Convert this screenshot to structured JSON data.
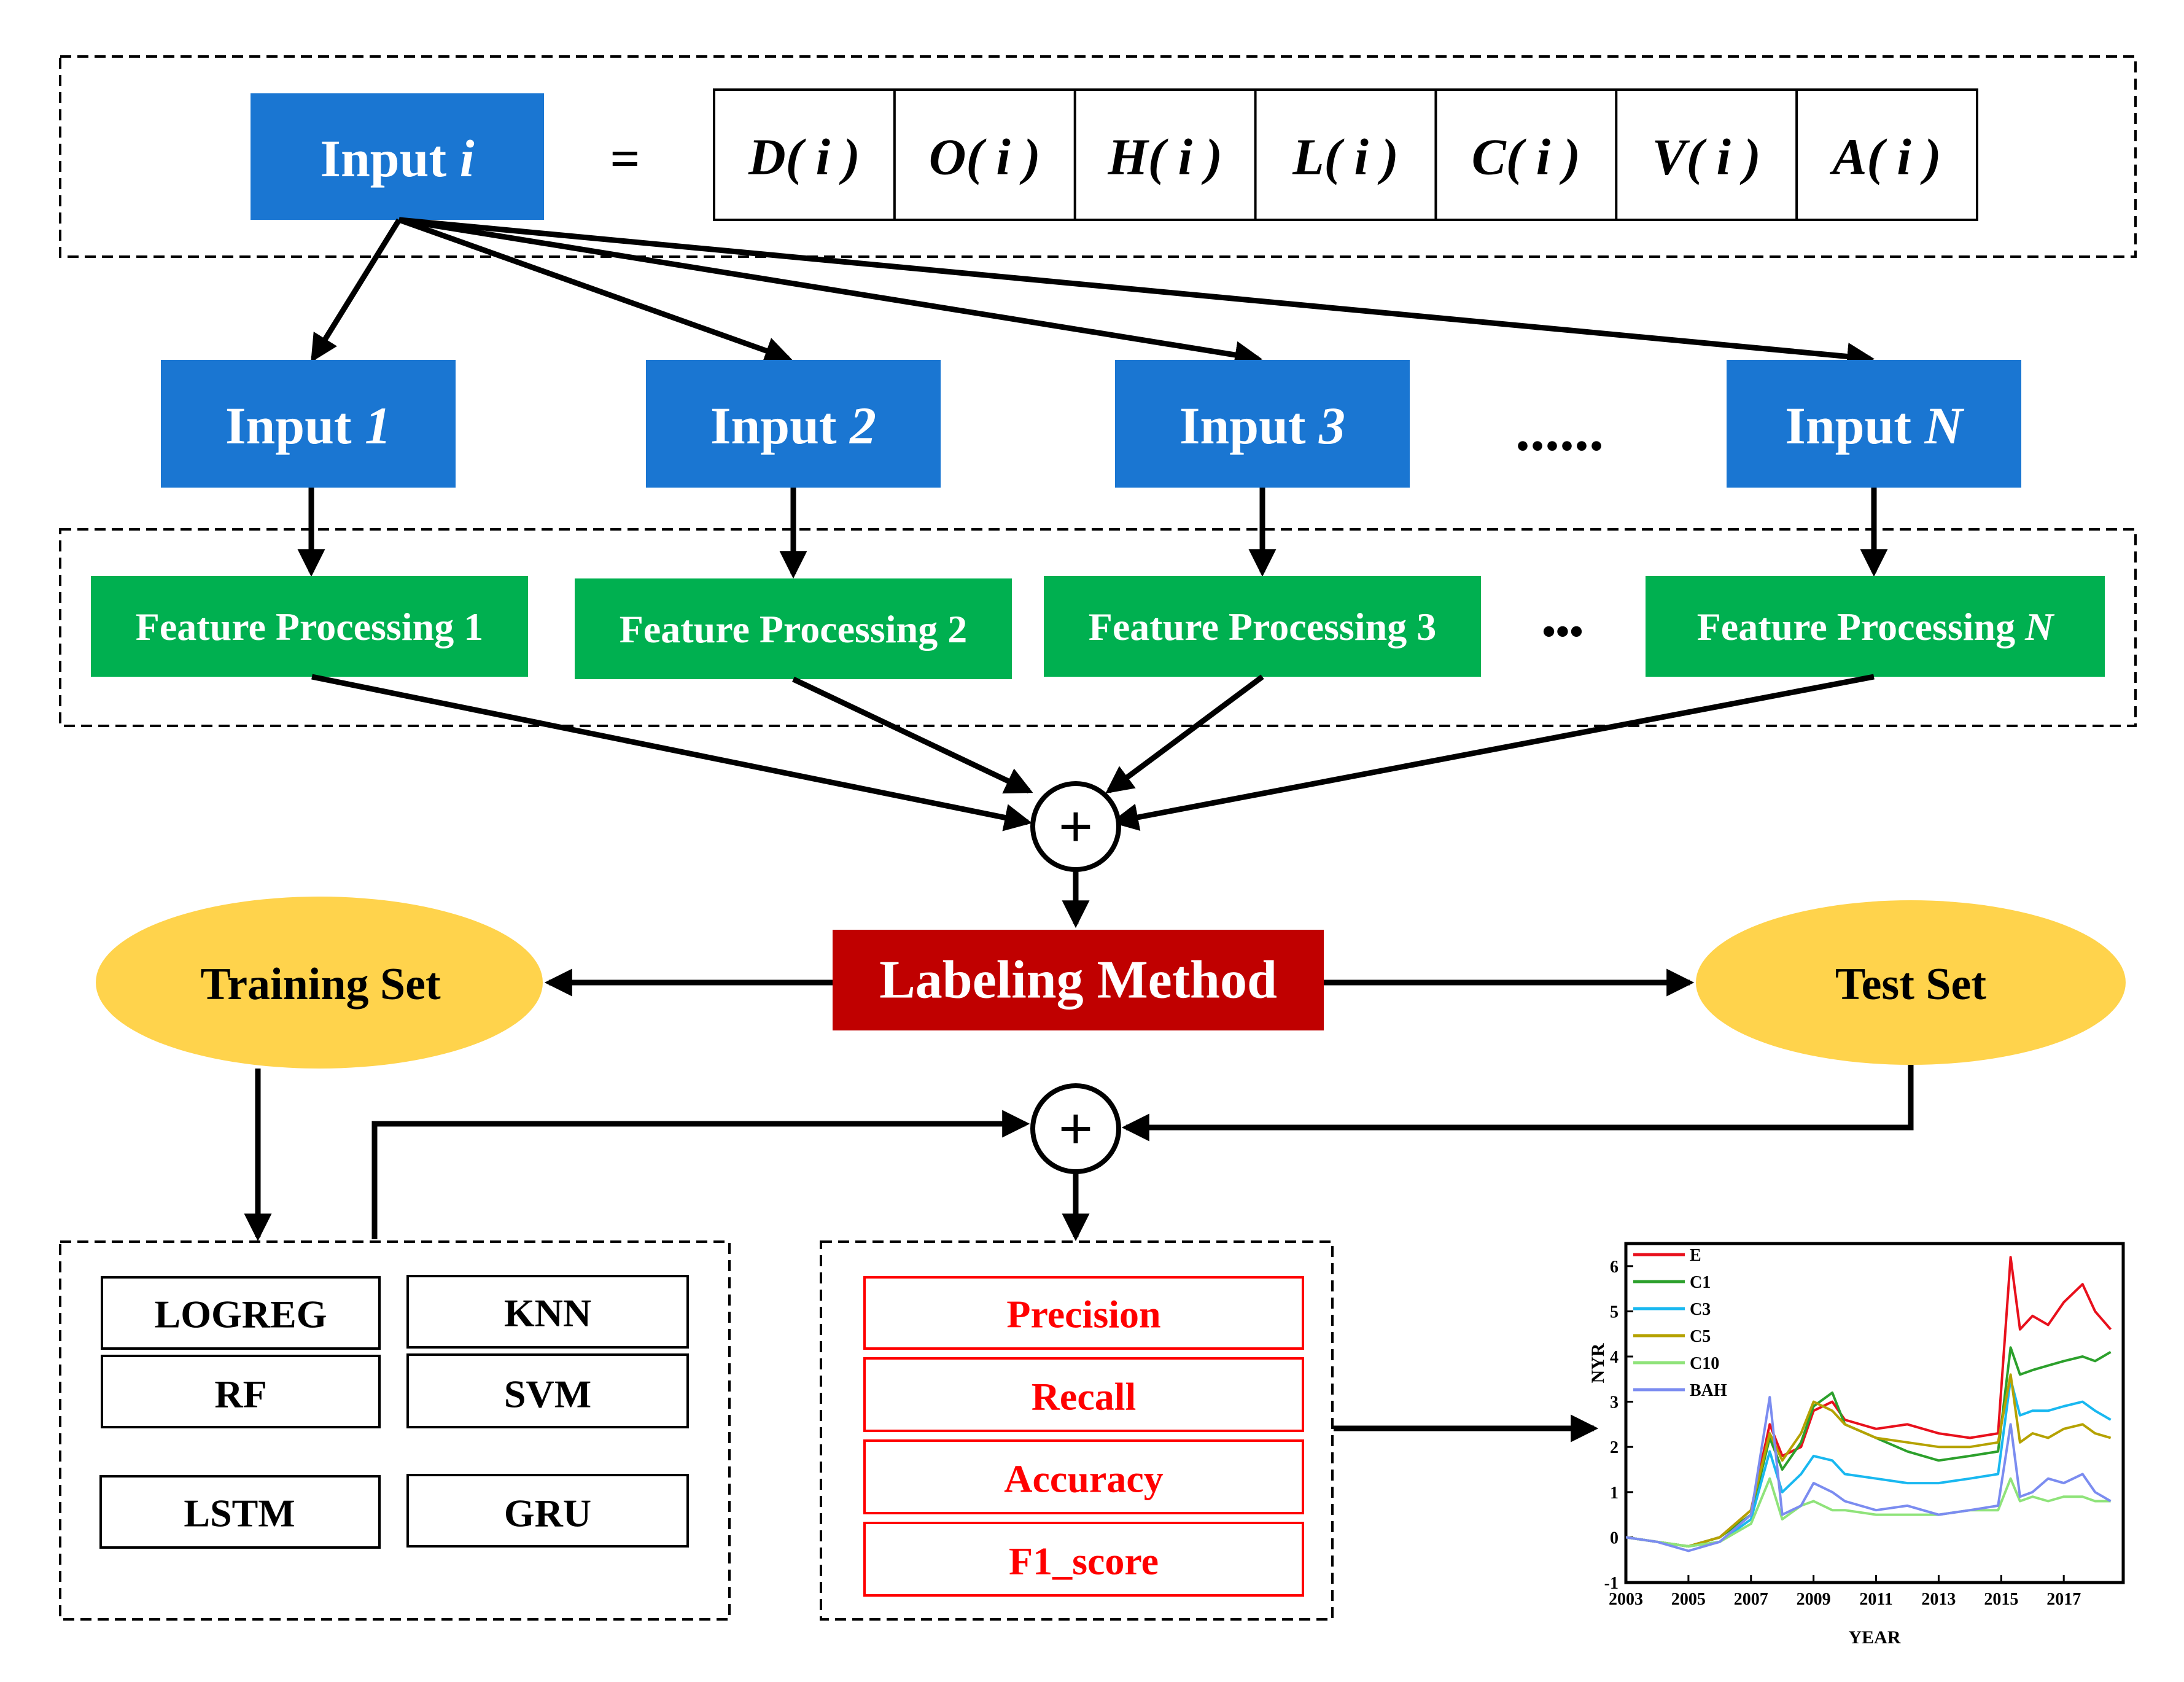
{
  "input_vector": {
    "label_prefix": "Input ",
    "label_var": "i",
    "equals": "=",
    "components": [
      "D( i )",
      "O( i )",
      "H( i )",
      "L( i )",
      "C( i )",
      "V( i )",
      "A( i )"
    ]
  },
  "inputs": [
    {
      "prefix": "Input ",
      "var": "1"
    },
    {
      "prefix": "Input ",
      "var": "2"
    },
    {
      "prefix": "Input ",
      "var": "3"
    },
    {
      "prefix": "Input ",
      "var": "N"
    }
  ],
  "inputs_ellipsis": "......",
  "feature_processing": [
    {
      "prefix": "Feature Processing ",
      "var": "1"
    },
    {
      "prefix": "Feature Processing ",
      "var": "2"
    },
    {
      "prefix": "Feature Processing ",
      "var": "3"
    },
    {
      "prefix": "Feature Processing ",
      "var": "N"
    }
  ],
  "feature_ellipsis": "•••",
  "labeling_method": "Labeling  Method",
  "training_set": "Training Set",
  "test_set": "Test Set",
  "combine_symbol": "+",
  "models": [
    "LOGREG",
    "KNN",
    "RF",
    "SVM",
    "LSTM",
    "GRU"
  ],
  "metrics": [
    "Precision",
    "Recall",
    "Accuracy",
    "F1_score"
  ],
  "colors": {
    "input_blue": "#1a76d2",
    "feature_green": "#00b050",
    "labeling_red": "#c00000",
    "set_yellow": "#ffd34c",
    "metric_red": "#ff0000"
  },
  "chart_data": {
    "type": "line",
    "xlabel": "YEAR",
    "ylabel": "NYR",
    "xlim": [
      2003,
      2018.9
    ],
    "ylim": [
      -1,
      6.5
    ],
    "x_ticks": [
      2003,
      2005,
      2007,
      2009,
      2011,
      2013,
      2015,
      2017
    ],
    "y_ticks": [
      -1,
      0,
      1,
      2,
      3,
      4,
      5,
      6
    ],
    "legend_position": "top-left",
    "x": [
      2003.0,
      2004.0,
      2005.0,
      2006.0,
      2007.0,
      2007.6,
      2008.0,
      2008.6,
      2009.0,
      2009.6,
      2010.0,
      2011.0,
      2012.0,
      2013.0,
      2014.0,
      2014.9,
      2015.3,
      2015.6,
      2016.0,
      2016.5,
      2017.0,
      2017.6,
      2018.0,
      2018.5
    ],
    "series": [
      {
        "name": "E",
        "color": "#e8101c",
        "values": [
          0.0,
          -0.1,
          -0.2,
          0.0,
          0.6,
          2.5,
          1.8,
          2.0,
          2.8,
          3.0,
          2.6,
          2.4,
          2.5,
          2.3,
          2.2,
          2.3,
          6.2,
          4.6,
          4.9,
          4.7,
          5.2,
          5.6,
          5.0,
          4.6
        ]
      },
      {
        "name": "C1",
        "color": "#2ca02c",
        "values": [
          0.0,
          -0.1,
          -0.2,
          0.0,
          0.5,
          2.2,
          1.5,
          2.1,
          2.9,
          3.2,
          2.5,
          2.2,
          1.9,
          1.7,
          1.8,
          1.9,
          4.2,
          3.6,
          3.7,
          3.8,
          3.9,
          4.0,
          3.9,
          4.1
        ]
      },
      {
        "name": "C3",
        "color": "#19b8f0",
        "values": [
          0.0,
          -0.1,
          -0.2,
          -0.1,
          0.4,
          1.9,
          1.0,
          1.4,
          1.8,
          1.7,
          1.4,
          1.3,
          1.2,
          1.2,
          1.3,
          1.4,
          3.5,
          2.7,
          2.8,
          2.8,
          2.9,
          3.0,
          2.8,
          2.6
        ]
      },
      {
        "name": "C5",
        "color": "#b5a200",
        "values": [
          0.0,
          -0.1,
          -0.2,
          0.0,
          0.6,
          2.3,
          1.7,
          2.3,
          3.0,
          2.8,
          2.5,
          2.2,
          2.1,
          2.0,
          2.0,
          2.1,
          3.6,
          2.1,
          2.3,
          2.2,
          2.4,
          2.5,
          2.3,
          2.2
        ]
      },
      {
        "name": "C10",
        "color": "#8fe37a",
        "values": [
          0.0,
          -0.1,
          -0.2,
          -0.1,
          0.3,
          1.3,
          0.4,
          0.7,
          0.8,
          0.6,
          0.6,
          0.5,
          0.5,
          0.5,
          0.6,
          0.6,
          1.3,
          0.8,
          0.9,
          0.8,
          0.9,
          0.9,
          0.8,
          0.8
        ]
      },
      {
        "name": "BAH",
        "color": "#7b8cf0",
        "values": [
          0.0,
          -0.1,
          -0.3,
          -0.1,
          0.5,
          3.1,
          0.5,
          0.7,
          1.2,
          1.0,
          0.8,
          0.6,
          0.7,
          0.5,
          0.6,
          0.7,
          2.5,
          0.9,
          1.0,
          1.3,
          1.2,
          1.4,
          1.0,
          0.8
        ]
      }
    ]
  }
}
